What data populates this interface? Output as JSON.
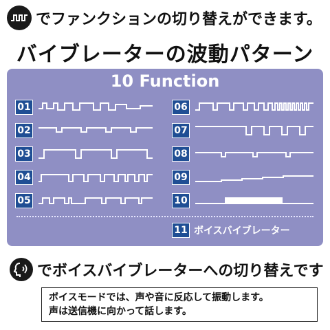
{
  "header": {
    "text": "でファンクションの切り替えができます。",
    "icon": "square-wave-icon"
  },
  "title": "バイブレーターの波動パターン",
  "panel": {
    "title": "10 Function",
    "colors": {
      "panel": "#8f8fc4",
      "badge": "#1f4e94",
      "wave": "#ffffff"
    },
    "functions": [
      {
        "num": "01",
        "pattern": "irregular-pulses"
      },
      {
        "num": "02",
        "pattern": "short-dips"
      },
      {
        "num": "03",
        "pattern": "wide-dips"
      },
      {
        "num": "04",
        "pattern": "pulse-groups"
      },
      {
        "num": "05",
        "pattern": "mixed-pulses"
      },
      {
        "num": "06",
        "pattern": "accelerating-pulses"
      },
      {
        "num": "07",
        "pattern": "square-pulses"
      },
      {
        "num": "08",
        "pattern": "single-dips"
      },
      {
        "num": "09",
        "pattern": "stepped-rise"
      },
      {
        "num": "10",
        "pattern": "dense-burst"
      }
    ],
    "voice": {
      "num": "11",
      "label": "ボイスバイブレーター"
    }
  },
  "voice_line": {
    "text": "でボイスバイブレーターへの切り替えです",
    "icon": "voice-head-icon"
  },
  "note": {
    "line1": "ボイスモードでは、声や音に反応して振動します。",
    "line2": "声は送信機に向かって話します。"
  }
}
